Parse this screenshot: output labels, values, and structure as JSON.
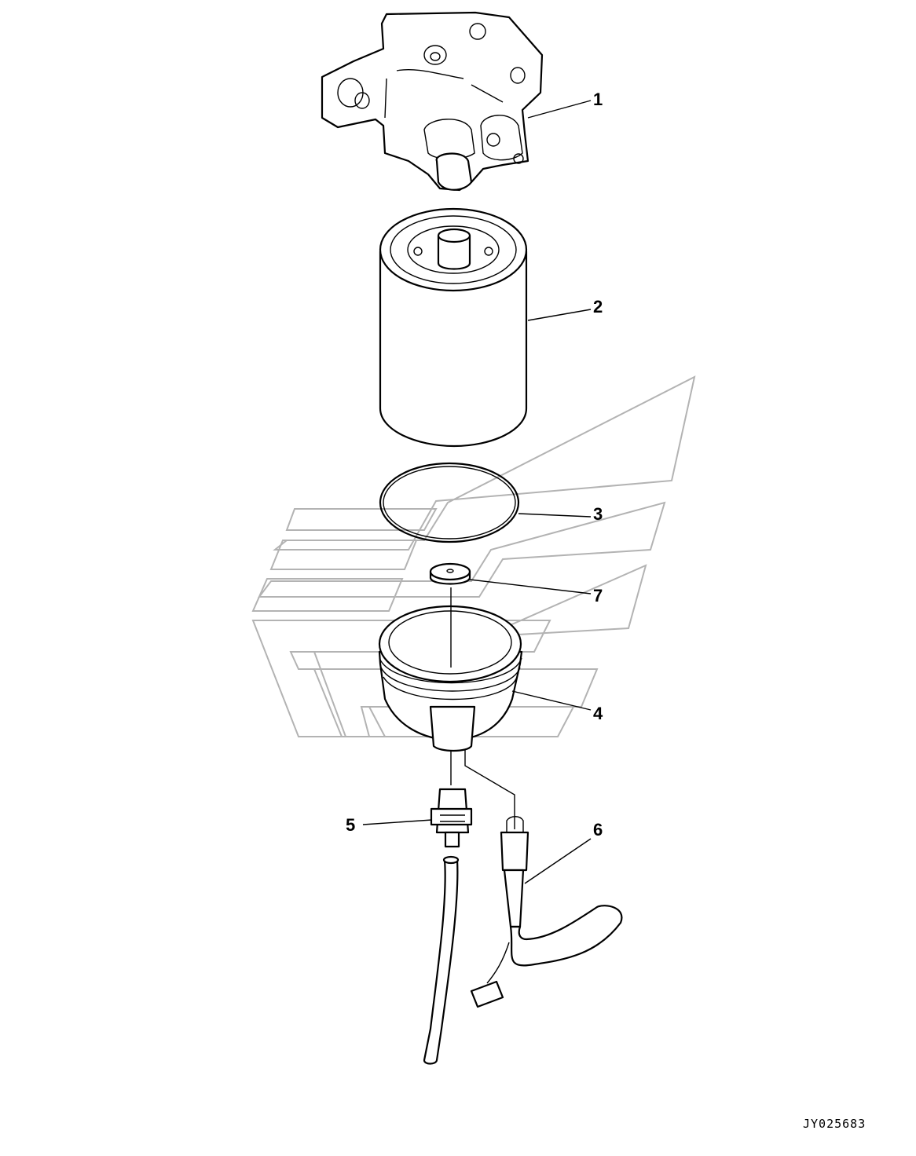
{
  "diagram": {
    "callouts": [
      {
        "id": "1",
        "label": "1"
      },
      {
        "id": "2",
        "label": "2"
      },
      {
        "id": "3",
        "label": "3"
      },
      {
        "id": "7",
        "label": "7"
      },
      {
        "id": "4",
        "label": "4"
      },
      {
        "id": "5",
        "label": "5"
      },
      {
        "id": "6",
        "label": "6"
      }
    ],
    "drawing_id": "JY025683"
  }
}
